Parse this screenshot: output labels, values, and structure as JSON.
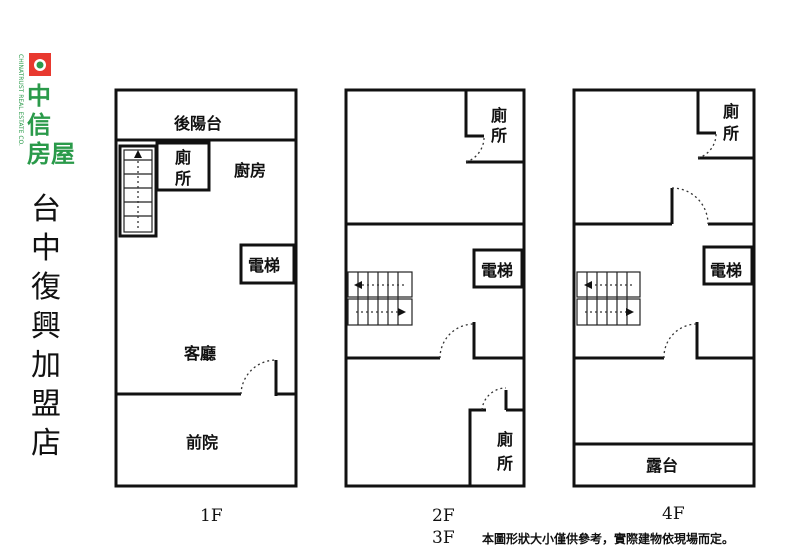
{
  "logo": {
    "name_zh": "中信房屋",
    "name_en": "CHINATRUST REAL ESTATE CO.",
    "chars": [
      "中",
      "信",
      "房屋"
    ]
  },
  "title": "台中復興加盟店",
  "floors": [
    {
      "label": "1F",
      "rooms": {
        "back_balcony": "後陽台",
        "toilet": [
          "廁",
          "所"
        ],
        "kitchen": "廚房",
        "elevator": "電梯",
        "living": "客廳",
        "front_yard": "前院"
      }
    },
    {
      "label": "2F",
      "rooms": {
        "toilet": [
          "廁",
          "所"
        ],
        "elevator": "電梯",
        "toilet2": [
          "廁",
          "所"
        ]
      }
    },
    {
      "label": "3F"
    },
    {
      "label": "4F",
      "rooms": {
        "toilet": [
          "廁",
          "所"
        ],
        "elevator": "電梯",
        "terrace": "露台"
      }
    }
  ],
  "note": "本圖形狀大小僅供參考，實際建物依現場而定。"
}
